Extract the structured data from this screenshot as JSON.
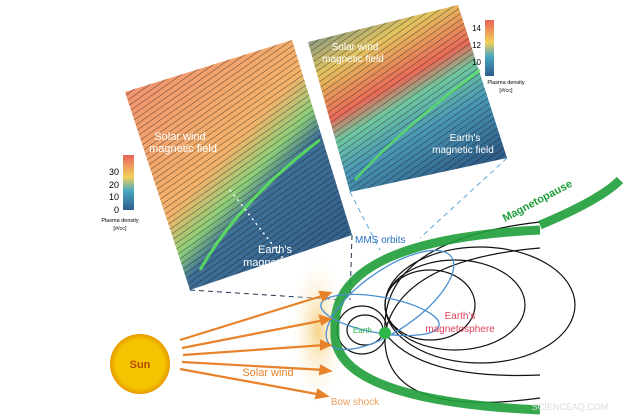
{
  "colors": {
    "solar_wind": "#e8822a",
    "magnetopause": "#1f9e3a",
    "sun": "#f5c400",
    "mms": "#4a8fd0",
    "magnetosphere_label": "#e0405a",
    "earth": "#2db84a"
  },
  "labels": {
    "sun": "Sun",
    "solar_wind": "Solar wind",
    "bow_shock": "Bow shock",
    "earth": "Earth",
    "magnetosphere_line1": "Earth's",
    "magnetosphere_line2": "magnetosphere",
    "magnetopause": "Magnetopause",
    "mms_orbits": "MMS orbits",
    "watermark": "SCIENCEAQ.COM"
  },
  "left_panel": {
    "solar_line1": "Solar wind",
    "solar_line2": "magnetic field",
    "earth_line1": "Earth's",
    "earth_line2": "magnetic field",
    "colorbar": {
      "ticks": [
        "30",
        "20",
        "10",
        "0"
      ],
      "title1": "Plasma density",
      "title2": "[#/cc]"
    }
  },
  "right_panel": {
    "solar_line1": "Solar wind",
    "solar_line2": "magnetic field",
    "earth_line1": "Earth's",
    "earth_line2": "magnetic field",
    "colorbar": {
      "ticks": [
        "14",
        "12",
        "10"
      ],
      "title1": "Plasma density",
      "title2": "[#/cc]"
    }
  }
}
